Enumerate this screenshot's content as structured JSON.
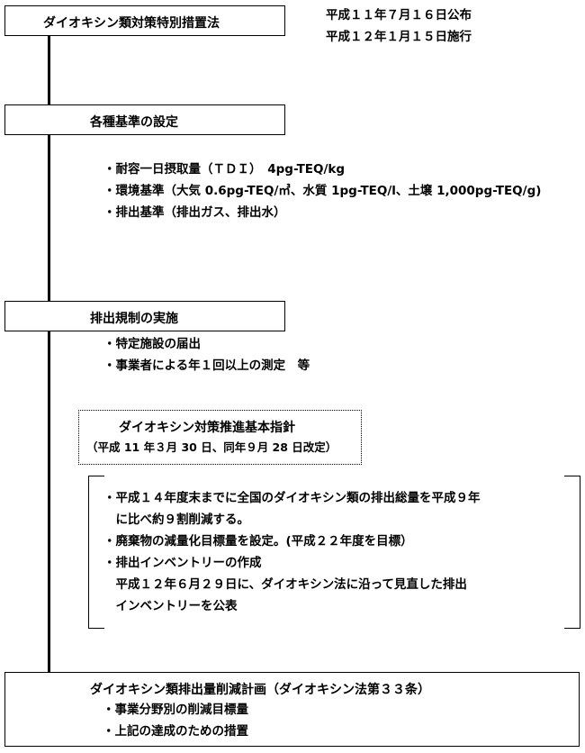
{
  "law": {
    "title": "ダイオキシン類対策特別措置法",
    "promulgated": "平成１１年７月１６日公布",
    "enforced": "平成１２年１月１５日施行"
  },
  "standards": {
    "title": "各種基準の設定",
    "items": [
      "・耐容一日摂取量（ＴＤＩ）　4pg-TEQ/kg",
      "・環境基準（大気 0.6pg-TEQ/㎥、水質 1pg-TEQ/l、土壌 1,000pg-TEQ/g)",
      "・排出基準（排出ガス、排出水）"
    ]
  },
  "regulation": {
    "title": "排出規制の実施",
    "items": [
      "・特定施設の届出",
      "・事業者による年１回以上の測定　等"
    ]
  },
  "guideline": {
    "title": "ダイオキシン対策推進基本指針",
    "subtitle": "（平成 11 年３月 30 日、同年９月 28 日改定）",
    "items": [
      "・平成１４年度末までに全国のダイオキシン類の排出総量を平成９年",
      "　に比べ約９割削減する。",
      "・廃棄物の減量化目標量を設定。(平成２２年度を目標）",
      "・排出インベントリーの作成",
      "　平成１２年６月２９日に、ダイオキシン法に沿って見直した排出",
      "　インベントリーを公表"
    ]
  },
  "plan": {
    "title": "ダイオキシン類排出量削減計画（ダイオキシン法第３３条）",
    "items": [
      "・事業分野別の削減目標量",
      "・上記の達成のための措置"
    ]
  }
}
